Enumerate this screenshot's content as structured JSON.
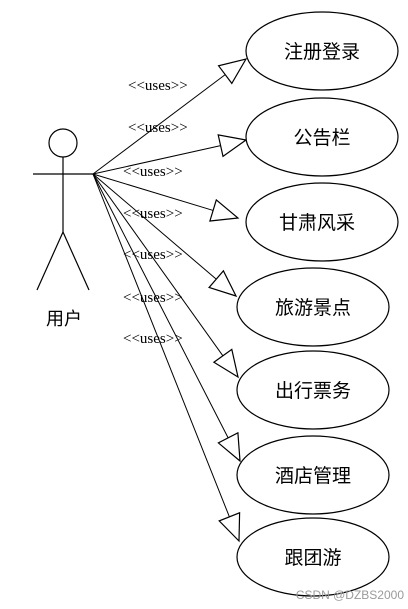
{
  "actor": {
    "label": "用户"
  },
  "use_cases": [
    {
      "label": "注册登录"
    },
    {
      "label": "公告栏"
    },
    {
      "label": "甘肃风采"
    },
    {
      "label": "旅游景点"
    },
    {
      "label": "出行票务"
    },
    {
      "label": "酒店管理"
    },
    {
      "label": "跟团游"
    }
  ],
  "stereotype": "<<uses>>",
  "watermark": "CSDN @DZBS2000",
  "colors": {
    "stroke": "#000000",
    "background": "#ffffff",
    "watermark": "#9a9a9a"
  }
}
